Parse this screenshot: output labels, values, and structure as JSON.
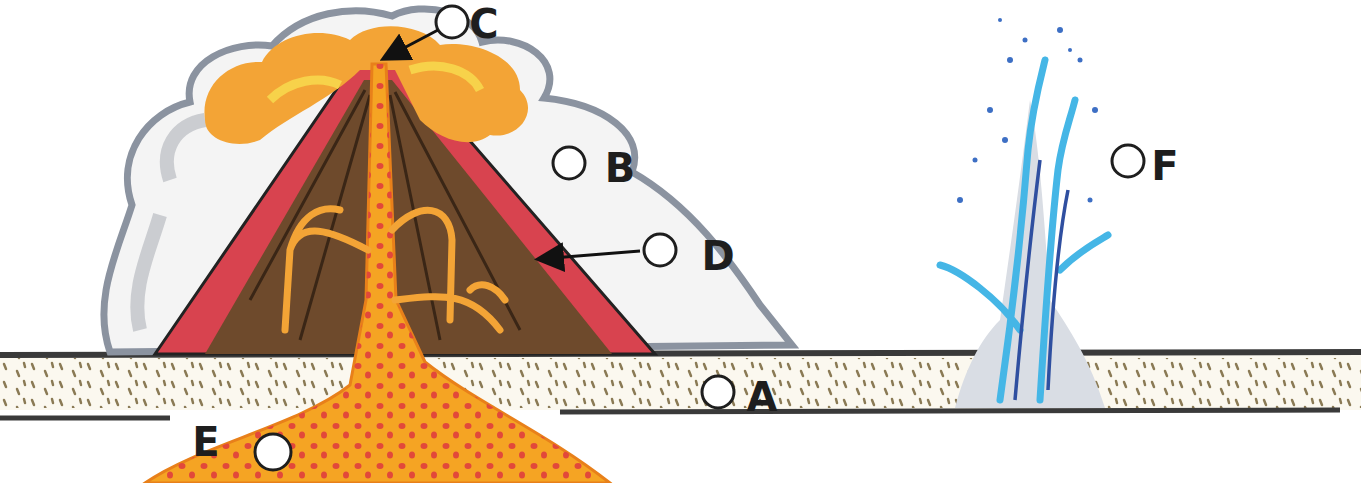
{
  "diagram": {
    "labels": [
      "C",
      "B",
      "F",
      "D",
      "A",
      "E"
    ]
  }
}
